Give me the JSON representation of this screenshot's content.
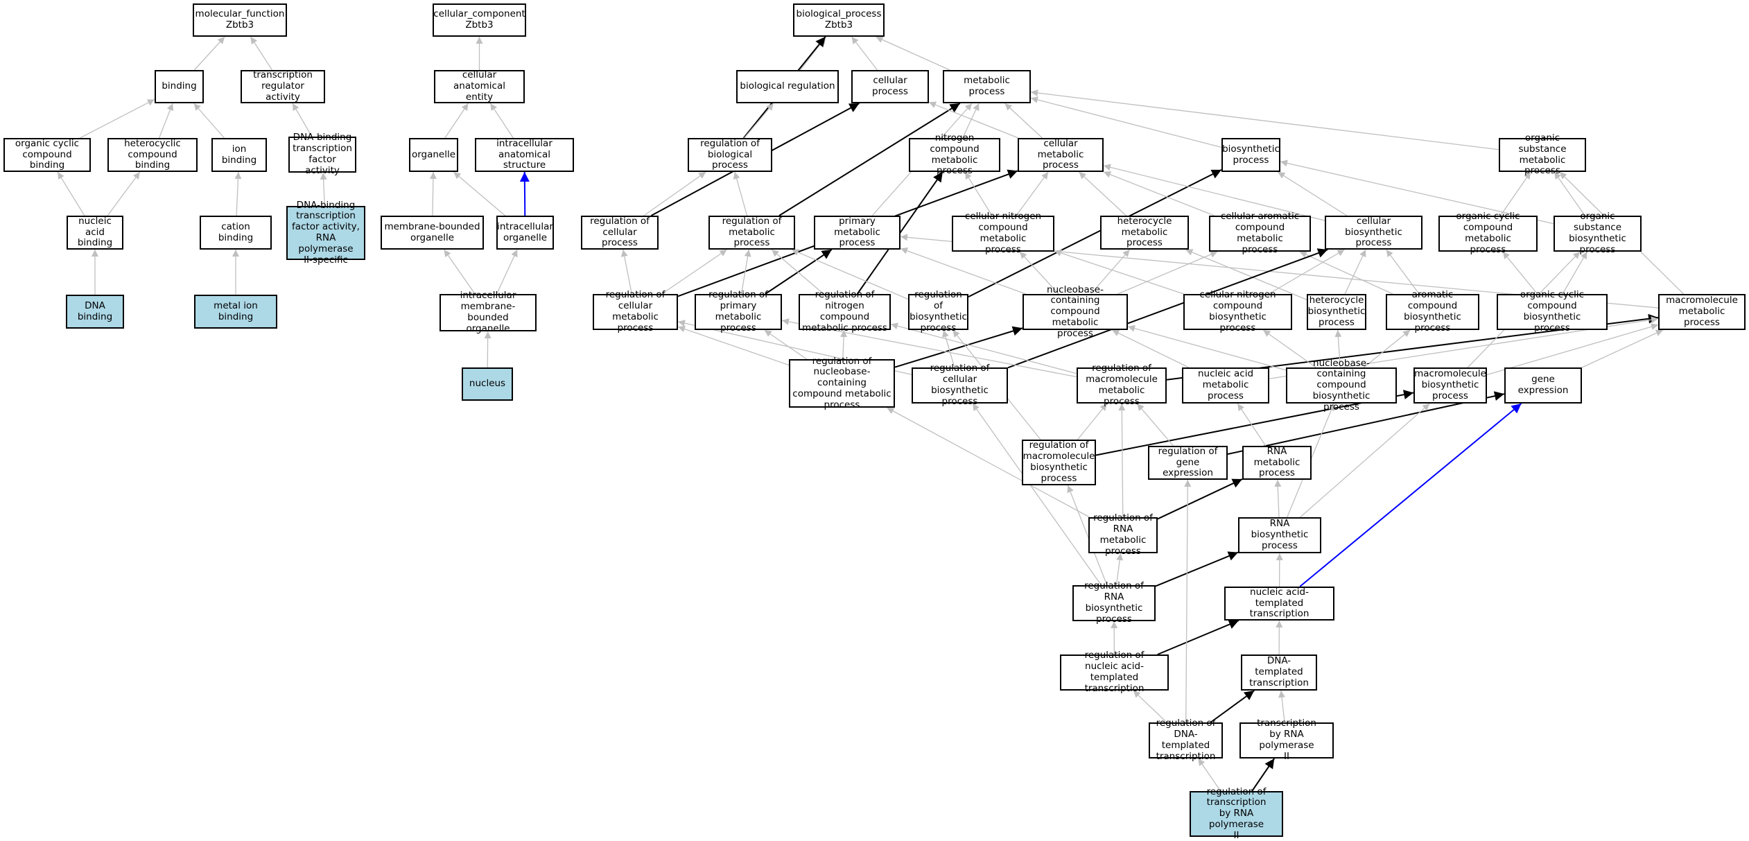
{
  "colors": {
    "background": "#ffffff",
    "node_border": "#000000",
    "highlight_fill": "#add8e6",
    "edge_gray": "#bfbfbf",
    "edge_black": "#000000",
    "edge_blue": "#0000ff"
  },
  "nodes": [
    {
      "id": "mf",
      "label": "molecular_function\nZbtb3"
    },
    {
      "id": "binding",
      "label": "binding"
    },
    {
      "id": "trreg",
      "label": "transcription\nregulator activity"
    },
    {
      "id": "ocb",
      "label": "organic cyclic\ncompound binding"
    },
    {
      "id": "hcb",
      "label": "heterocyclic\ncompound binding"
    },
    {
      "id": "ionb",
      "label": "ion binding"
    },
    {
      "id": "dbtfa",
      "label": "DNA-binding\ntranscription\nfactor activity"
    },
    {
      "id": "nab",
      "label": "nucleic acid\nbinding"
    },
    {
      "id": "catb",
      "label": "cation binding"
    },
    {
      "id": "dbtfa2",
      "label": "DNA-binding\ntranscription\nfactor activity,\nRNA polymerase\nII-specific",
      "highlight": true
    },
    {
      "id": "dnab",
      "label": "DNA binding",
      "highlight": true
    },
    {
      "id": "mib",
      "label": "metal ion binding",
      "highlight": true
    },
    {
      "id": "cc",
      "label": "cellular_component\nZbtb3"
    },
    {
      "id": "cae",
      "label": "cellular anatomical\nentity"
    },
    {
      "id": "org",
      "label": "organelle"
    },
    {
      "id": "ias",
      "label": "intracellular\nanatomical structure"
    },
    {
      "id": "mbo",
      "label": "membrane-bounded\norganelle"
    },
    {
      "id": "io",
      "label": "intracellular\norganelle"
    },
    {
      "id": "imbo",
      "label": "intracellular\nmembrane-bounded\norganelle"
    },
    {
      "id": "nucleus",
      "label": "nucleus",
      "highlight": true
    },
    {
      "id": "bp",
      "label": "biological_process\nZbtb3"
    },
    {
      "id": "biore",
      "label": "biological regulation"
    },
    {
      "id": "cp",
      "label": "cellular process"
    },
    {
      "id": "mp",
      "label": "metabolic process"
    },
    {
      "id": "rbp",
      "label": "regulation of\nbiological process"
    },
    {
      "id": "ncmp",
      "label": "nitrogen compound\nmetabolic process"
    },
    {
      "id": "cmp",
      "label": "cellular metabolic\nprocess"
    },
    {
      "id": "bsp",
      "label": "biosynthetic\nprocess"
    },
    {
      "id": "osmp",
      "label": "organic substance\nmetabolic process"
    },
    {
      "id": "rcp",
      "label": "regulation of\ncellular process"
    },
    {
      "id": "rmp",
      "label": "regulation of\nmetabolic process"
    },
    {
      "id": "pmp",
      "label": "primary metabolic\nprocess"
    },
    {
      "id": "cncmp",
      "label": "cellular nitrogen\ncompound metabolic\nprocess"
    },
    {
      "id": "hmp",
      "label": "heterocycle\nmetabolic process"
    },
    {
      "id": "cacmp",
      "label": "cellular aromatic\ncompound metabolic\nprocess"
    },
    {
      "id": "cbp",
      "label": "cellular biosynthetic\nprocess"
    },
    {
      "id": "occmp",
      "label": "organic cyclic\ncompound metabolic\nprocess"
    },
    {
      "id": "osbp",
      "label": "organic substance\nbiosynthetic\nprocess"
    },
    {
      "id": "rcmp",
      "label": "regulation of\ncellular metabolic\nprocess"
    },
    {
      "id": "rpmp",
      "label": "regulation of\nprimary metabolic\nprocess"
    },
    {
      "id": "rncmp",
      "label": "regulation of\nnitrogen compound\nmetabolic process"
    },
    {
      "id": "rbsp",
      "label": "regulation of\nbiosynthetic\nprocess"
    },
    {
      "id": "nbcmp",
      "label": "nucleobase-containing\ncompound metabolic\nprocess"
    },
    {
      "id": "cncbp",
      "label": "cellular nitrogen\ncompound biosynthetic\nprocess"
    },
    {
      "id": "hbp",
      "label": "heterocycle\nbiosynthetic\nprocess"
    },
    {
      "id": "acbp",
      "label": "aromatic compound\nbiosynthetic\nprocess"
    },
    {
      "id": "occbp",
      "label": "organic cyclic\ncompound biosynthetic\nprocess"
    },
    {
      "id": "macmp",
      "label": "macromolecule\nmetabolic process"
    },
    {
      "id": "rnbcmp",
      "label": "regulation of\nnucleobase-containing\ncompound metabolic\nprocess"
    },
    {
      "id": "rcbp",
      "label": "regulation of\ncellular biosynthetic\nprocess"
    },
    {
      "id": "rmmp",
      "label": "regulation of\nmacromolecule\nmetabolic process"
    },
    {
      "id": "namp",
      "label": "nucleic acid\nmetabolic process"
    },
    {
      "id": "nbcbp",
      "label": "nucleobase-containing\ncompound biosynthetic\nprocess"
    },
    {
      "id": "mbp",
      "label": "macromolecule\nbiosynthetic\nprocess"
    },
    {
      "id": "ge",
      "label": "gene expression"
    },
    {
      "id": "rmbp",
      "label": "regulation of\nmacromolecule\nbiosynthetic\nprocess"
    },
    {
      "id": "rge",
      "label": "regulation of\ngene expression"
    },
    {
      "id": "rnamp",
      "label": "RNA metabolic\nprocess"
    },
    {
      "id": "rrnamp",
      "label": "regulation of\nRNA metabolic\nprocess"
    },
    {
      "id": "rnabp",
      "label": "RNA biosynthetic\nprocess"
    },
    {
      "id": "rrnabp",
      "label": "regulation of\nRNA biosynthetic\nprocess"
    },
    {
      "id": "natt",
      "label": "nucleic acid-templated\ntranscription"
    },
    {
      "id": "rnatt",
      "label": "regulation of\nnucleic acid-templated\ntranscription"
    },
    {
      "id": "dtt",
      "label": "DNA-templated\ntranscription"
    },
    {
      "id": "rdtt",
      "label": "regulation of\nDNA-templated\ntranscription"
    },
    {
      "id": "trp2",
      "label": "transcription\nby RNA polymerase\nII"
    },
    {
      "id": "rtrp2",
      "label": "regulation of\ntranscription\nby RNA polymerase\nII",
      "highlight": true
    }
  ],
  "edges": [
    [
      "binding",
      "mf",
      "gray"
    ],
    [
      "trreg",
      "mf",
      "gray"
    ],
    [
      "ocb",
      "binding",
      "gray"
    ],
    [
      "hcb",
      "binding",
      "gray"
    ],
    [
      "ionb",
      "binding",
      "gray"
    ],
    [
      "dbtfa",
      "trreg",
      "gray"
    ],
    [
      "nab",
      "ocb",
      "gray"
    ],
    [
      "nab",
      "hcb",
      "gray"
    ],
    [
      "catb",
      "ionb",
      "gray"
    ],
    [
      "dbtfa2",
      "dbtfa",
      "gray"
    ],
    [
      "dnab",
      "nab",
      "gray"
    ],
    [
      "mib",
      "catb",
      "gray"
    ],
    [
      "cae",
      "cc",
      "gray"
    ],
    [
      "org",
      "cae",
      "gray"
    ],
    [
      "ias",
      "cae",
      "gray"
    ],
    [
      "mbo",
      "org",
      "gray"
    ],
    [
      "io",
      "org",
      "gray"
    ],
    [
      "io",
      "ias",
      "blue"
    ],
    [
      "imbo",
      "mbo",
      "gray"
    ],
    [
      "imbo",
      "io",
      "gray"
    ],
    [
      "nucleus",
      "imbo",
      "gray"
    ],
    [
      "biore",
      "bp",
      "gray"
    ],
    [
      "cp",
      "bp",
      "gray"
    ],
    [
      "mp",
      "bp",
      "gray"
    ],
    [
      "rbp",
      "bp",
      "black"
    ],
    [
      "rbp",
      "biore",
      "gray"
    ],
    [
      "rcp",
      "rbp",
      "gray"
    ],
    [
      "rmp",
      "rbp",
      "gray"
    ],
    [
      "rcp",
      "cp",
      "black"
    ],
    [
      "rmp",
      "mp",
      "black"
    ],
    [
      "pmp",
      "mp",
      "gray"
    ],
    [
      "ncmp",
      "mp",
      "gray"
    ],
    [
      "cmp",
      "mp",
      "gray"
    ],
    [
      "cmp",
      "cp",
      "gray"
    ],
    [
      "bsp",
      "mp",
      "gray"
    ],
    [
      "osmp",
      "mp",
      "gray"
    ],
    [
      "rcmp",
      "rcp",
      "gray"
    ],
    [
      "rcmp",
      "rmp",
      "gray"
    ],
    [
      "rcmp",
      "cmp",
      "black"
    ],
    [
      "rpmp",
      "rmp",
      "gray"
    ],
    [
      "rpmp",
      "pmp",
      "black"
    ],
    [
      "rncmp",
      "rmp",
      "gray"
    ],
    [
      "rncmp",
      "ncmp",
      "black"
    ],
    [
      "rbsp",
      "rmp",
      "gray"
    ],
    [
      "rbsp",
      "bsp",
      "black"
    ],
    [
      "cncmp",
      "cmp",
      "gray"
    ],
    [
      "cncmp",
      "ncmp",
      "gray"
    ],
    [
      "hmp",
      "cmp",
      "gray"
    ],
    [
      "cacmp",
      "cmp",
      "gray"
    ],
    [
      "cbp",
      "cmp",
      "gray"
    ],
    [
      "cbp",
      "bsp",
      "gray"
    ],
    [
      "occmp",
      "osmp",
      "gray"
    ],
    [
      "osbp",
      "osmp",
      "gray"
    ],
    [
      "osbp",
      "bsp",
      "gray"
    ],
    [
      "nbcmp",
      "cncmp",
      "gray"
    ],
    [
      "nbcmp",
      "hmp",
      "gray"
    ],
    [
      "nbcmp",
      "cacmp",
      "gray"
    ],
    [
      "nbcmp",
      "pmp",
      "gray"
    ],
    [
      "cncbp",
      "cncmp",
      "gray"
    ],
    [
      "cncbp",
      "cbp",
      "gray"
    ],
    [
      "hbp",
      "hmp",
      "gray"
    ],
    [
      "hbp",
      "cbp",
      "gray"
    ],
    [
      "acbp",
      "cacmp",
      "gray"
    ],
    [
      "acbp",
      "cbp",
      "gray"
    ],
    [
      "occbp",
      "occmp",
      "gray"
    ],
    [
      "occbp",
      "osbp",
      "gray"
    ],
    [
      "macmp",
      "osmp",
      "gray"
    ],
    [
      "macmp",
      "pmp",
      "gray"
    ],
    [
      "rnbcmp",
      "rcmp",
      "gray"
    ],
    [
      "rnbcmp",
      "rpmp",
      "gray"
    ],
    [
      "rnbcmp",
      "rncmp",
      "gray"
    ],
    [
      "rnbcmp",
      "nbcmp",
      "black"
    ],
    [
      "rcbp",
      "rcmp",
      "gray"
    ],
    [
      "rcbp",
      "rbsp",
      "gray"
    ],
    [
      "rcbp",
      "cbp",
      "black"
    ],
    [
      "rmmp",
      "rpmp",
      "gray"
    ],
    [
      "rmmp",
      "rncmp",
      "gray"
    ],
    [
      "rmmp",
      "macmp",
      "black"
    ],
    [
      "namp",
      "nbcmp",
      "gray"
    ],
    [
      "namp",
      "macmp",
      "gray"
    ],
    [
      "nbcbp",
      "nbcmp",
      "gray"
    ],
    [
      "nbcbp",
      "hbp",
      "gray"
    ],
    [
      "nbcbp",
      "acbp",
      "gray"
    ],
    [
      "nbcbp",
      "cncbp",
      "gray"
    ],
    [
      "mbp",
      "macmp",
      "gray"
    ],
    [
      "mbp",
      "osbp",
      "gray"
    ],
    [
      "ge",
      "macmp",
      "gray"
    ],
    [
      "rmbp",
      "rmmp",
      "gray"
    ],
    [
      "rmbp",
      "rbsp",
      "gray"
    ],
    [
      "rmbp",
      "mbp",
      "black"
    ],
    [
      "rge",
      "rmmp",
      "gray"
    ],
    [
      "rge",
      "ge",
      "black"
    ],
    [
      "rnamp",
      "namp",
      "gray"
    ],
    [
      "rrnamp",
      "rmmp",
      "gray"
    ],
    [
      "rrnamp",
      "rnbcmp",
      "gray"
    ],
    [
      "rrnamp",
      "rnamp",
      "black"
    ],
    [
      "rnabp",
      "rnamp",
      "gray"
    ],
    [
      "rnabp",
      "nbcbp",
      "gray"
    ],
    [
      "rnabp",
      "mbp",
      "gray"
    ],
    [
      "rrnabp",
      "rrnamp",
      "gray"
    ],
    [
      "rrnabp",
      "rmbp",
      "gray"
    ],
    [
      "rrnabp",
      "rcbp",
      "gray"
    ],
    [
      "rrnabp",
      "rnabp",
      "black"
    ],
    [
      "natt",
      "rnabp",
      "gray"
    ],
    [
      "natt",
      "ge",
      "blue"
    ],
    [
      "rnatt",
      "rrnabp",
      "gray"
    ],
    [
      "rnatt",
      "natt",
      "black"
    ],
    [
      "dtt",
      "natt",
      "gray"
    ],
    [
      "rdtt",
      "rnatt",
      "gray"
    ],
    [
      "rdtt",
      "dtt",
      "black"
    ],
    [
      "rdtt",
      "rge",
      "gray"
    ],
    [
      "trp2",
      "dtt",
      "gray"
    ],
    [
      "rtrp2",
      "rdtt",
      "gray"
    ],
    [
      "rtrp2",
      "trp2",
      "black"
    ]
  ]
}
